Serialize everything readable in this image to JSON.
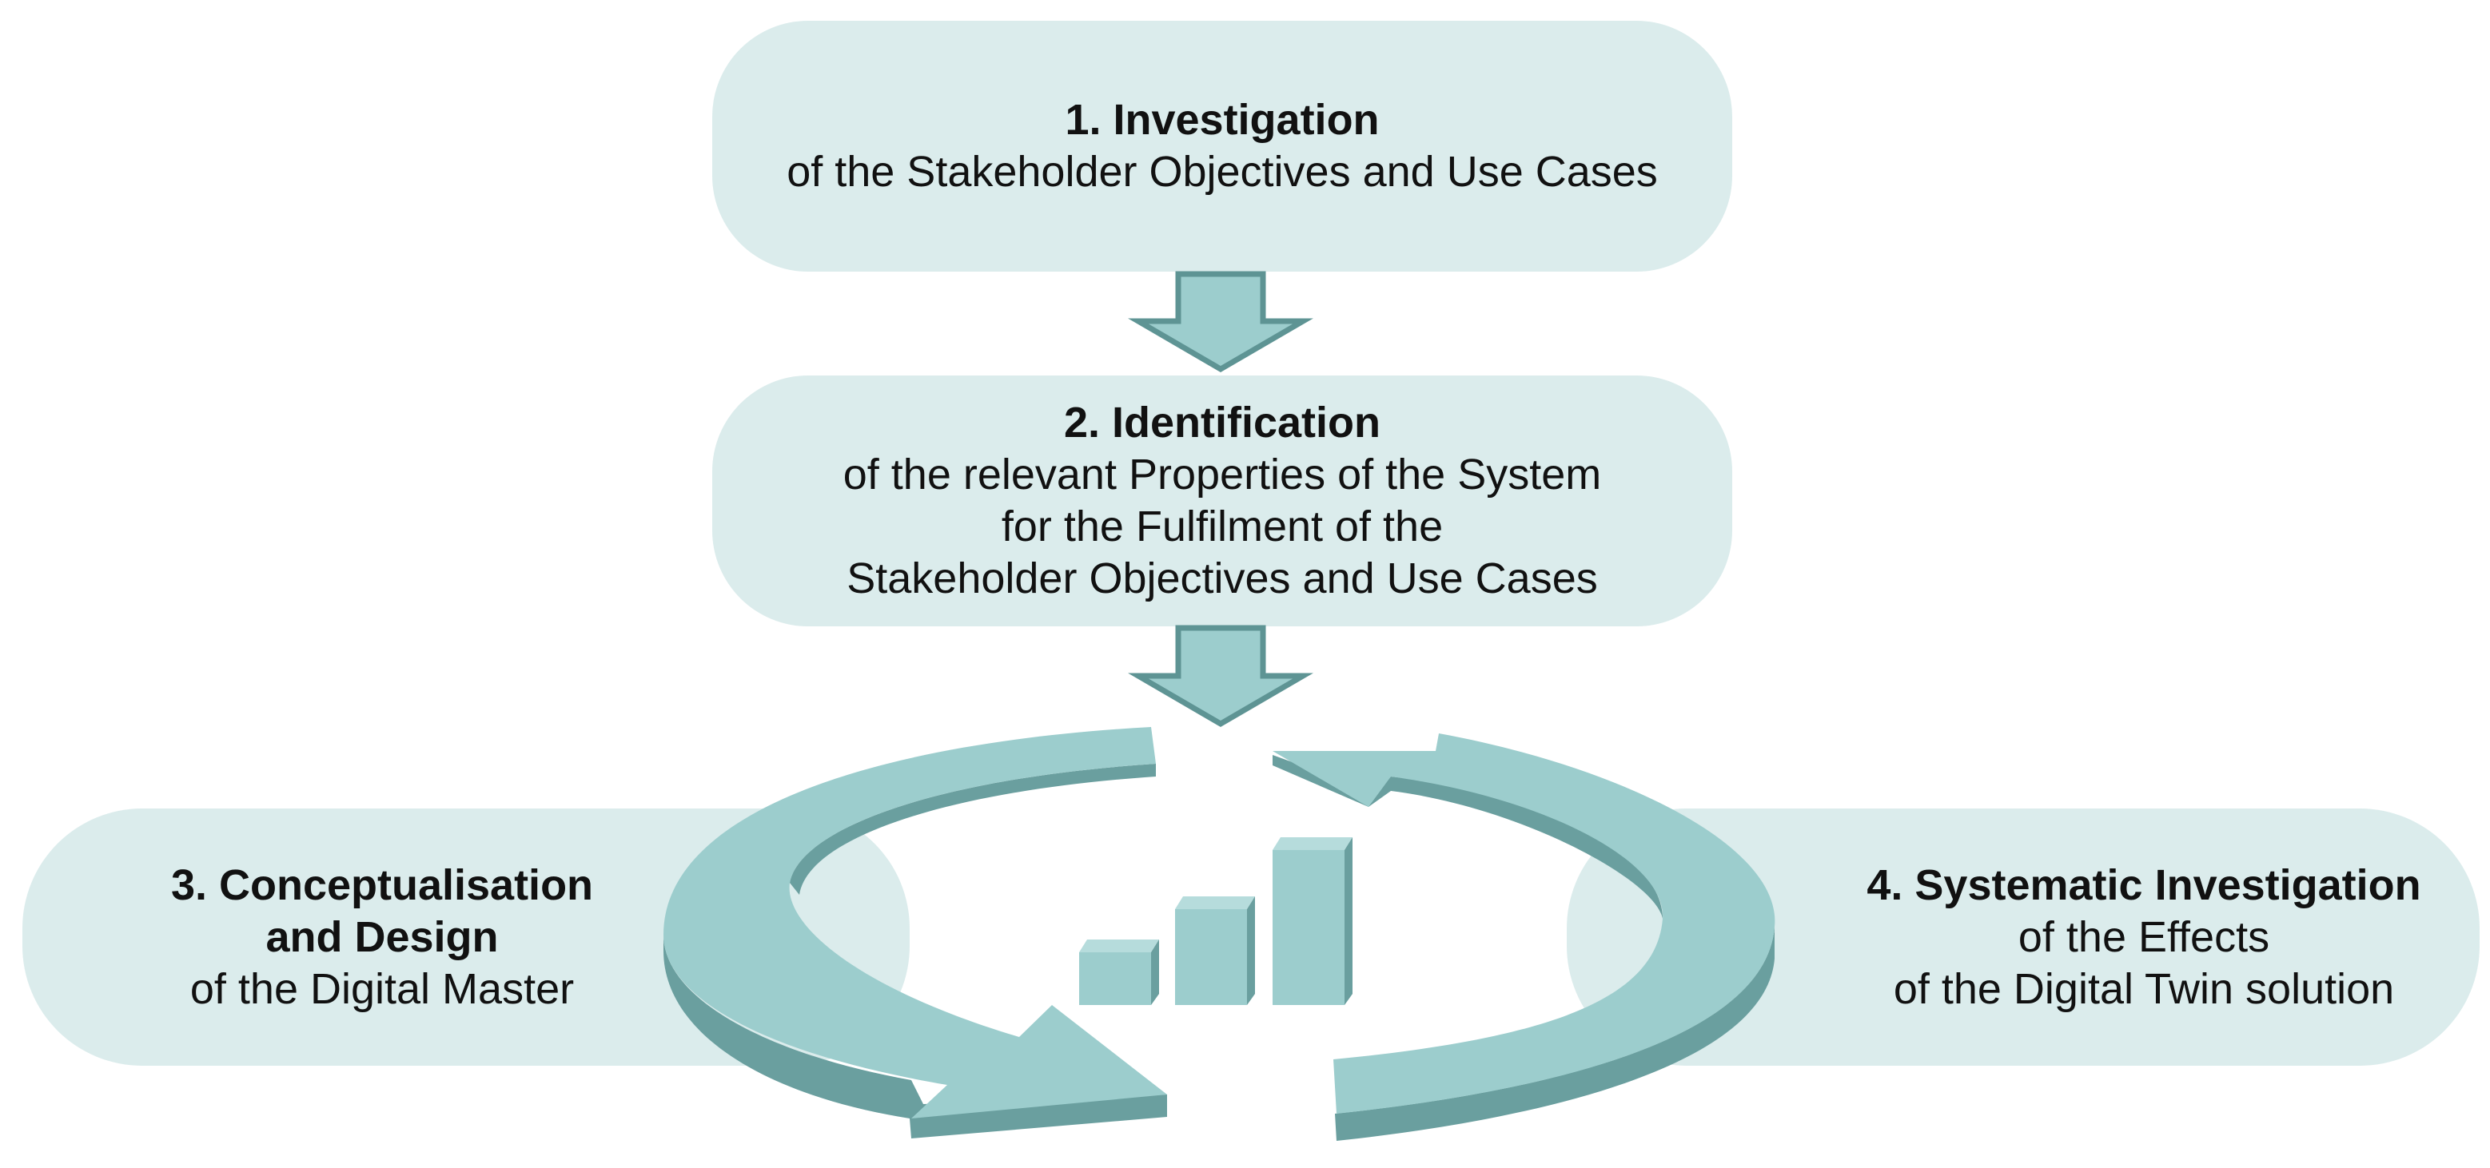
{
  "colors": {
    "box_fill": "#dbecec",
    "arrow_fill": "#9ccdcd",
    "arrow_side": "#6a9f9f",
    "arrow_outline": "#5e9494"
  },
  "steps": [
    {
      "title": "1. Investigation",
      "lines": [
        "of the Stakeholder Objectives and Use Cases"
      ]
    },
    {
      "title": "2. Identification",
      "lines": [
        "of the relevant Properties of the System",
        "for the Fulfilment of the",
        "Stakeholder Objectives and Use Cases"
      ]
    },
    {
      "title_lines": [
        "3. Conceptualisation",
        "and Design"
      ],
      "lines": [
        "of the Digital Master"
      ]
    },
    {
      "title": "4. Systematic Investigation",
      "lines": [
        "of the Effects",
        "of the Digital Twin solution"
      ]
    }
  ],
  "icons": {
    "down_arrow_1": "down-arrow-icon",
    "down_arrow_2": "down-arrow-icon",
    "cycle": "cycle-arrows-icon",
    "bar_chart": "bar-chart-icon"
  }
}
